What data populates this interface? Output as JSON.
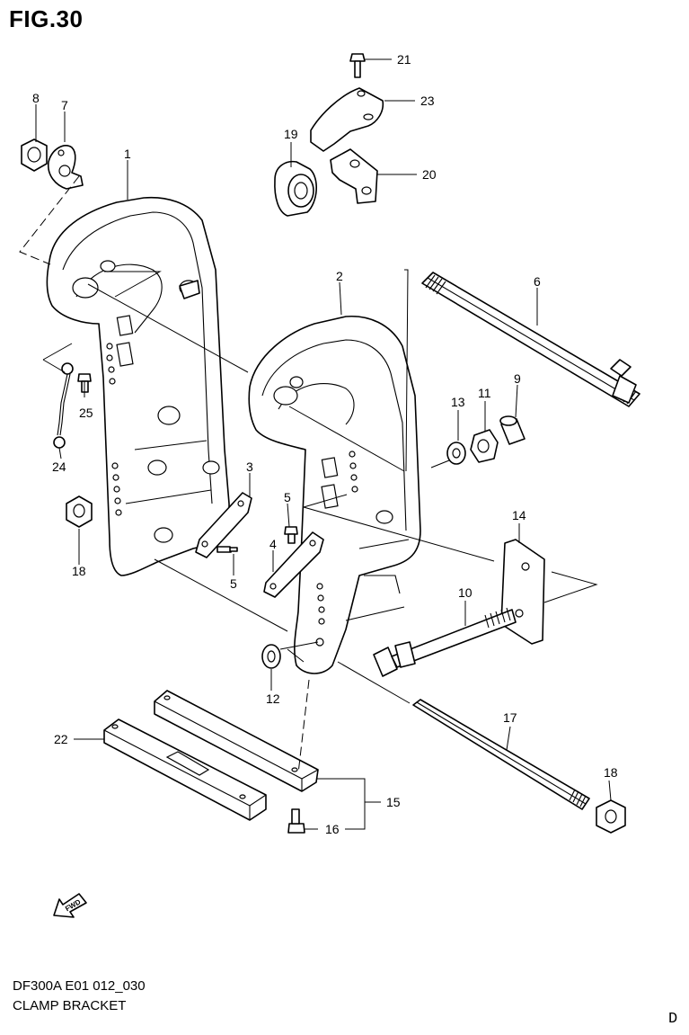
{
  "header": {
    "figure_label": "FIG.30"
  },
  "footer": {
    "model_code": "DF300A E01 012_030",
    "title": "CLAMP BRACKET",
    "corner_letter": "D"
  },
  "fwd_label": "FWD",
  "callouts": {
    "p1": "1",
    "p2": "2",
    "p3": "3",
    "p4": "4",
    "p5a": "5",
    "p5b": "5",
    "p6": "6",
    "p7": "7",
    "p8": "8",
    "p9": "9",
    "p10": "10",
    "p11": "11",
    "p12": "12",
    "p13": "13",
    "p14": "14",
    "p15": "15",
    "p16": "16",
    "p17": "17",
    "p18a": "18",
    "p18b": "18",
    "p19": "19",
    "p20": "20",
    "p21": "21",
    "p22": "22",
    "p23": "23",
    "p24": "24",
    "p25": "25"
  }
}
